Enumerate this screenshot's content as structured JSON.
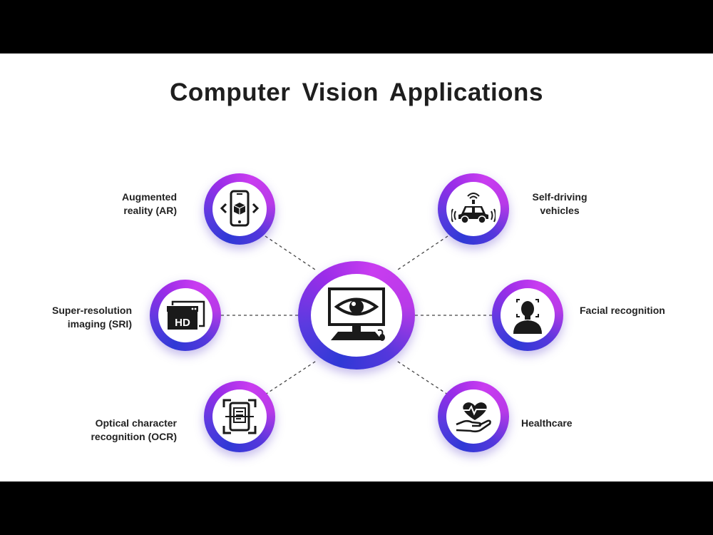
{
  "title": "Computer Vision Applications",
  "center": {
    "icon": "eye-monitor-icon"
  },
  "nodes": [
    {
      "id": "ar",
      "label_lines": [
        "Augmented",
        "reality (AR)"
      ],
      "icon": "ar-phone-cube-icon"
    },
    {
      "id": "sri",
      "label_lines": [
        "Super-resolution",
        "imaging (SRI)"
      ],
      "icon": "hd-image-icon",
      "icon_text": "HD"
    },
    {
      "id": "ocr",
      "label_lines": [
        "Optical character",
        "recognition (OCR)"
      ],
      "icon": "ocr-scan-document-icon"
    },
    {
      "id": "sdv",
      "label_lines": [
        "Self-driving",
        "vehicles"
      ],
      "icon": "self-driving-car-icon"
    },
    {
      "id": "face",
      "label_lines": [
        "Facial recognition"
      ],
      "icon": "face-scan-icon"
    },
    {
      "id": "health",
      "label_lines": [
        "Healthcare"
      ],
      "icon": "heart-hand-icon"
    }
  ],
  "colors": {
    "ring_start": "#2f39d6",
    "ring_end": "#c93cf0",
    "icon": "#1a1a1a",
    "connector": "#444444"
  }
}
